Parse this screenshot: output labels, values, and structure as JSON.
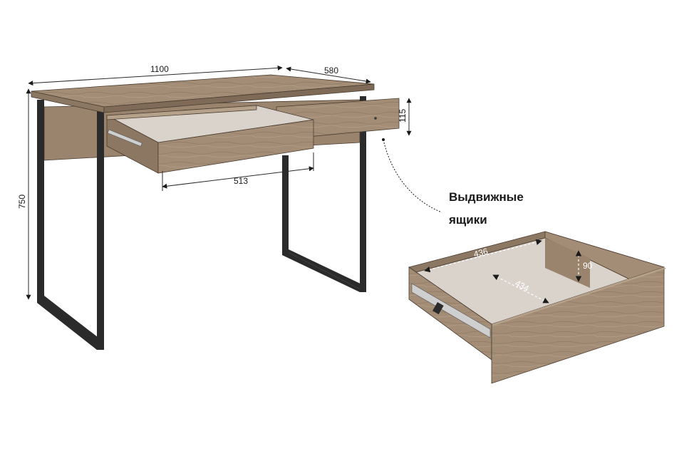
{
  "dimensions": {
    "width": "1100",
    "depth": "580",
    "height": "750",
    "drawer_front_height": "115",
    "drawer_extension": "513",
    "drawer_inner_width": "436",
    "drawer_inner_depth": "434",
    "drawer_inner_height": "90"
  },
  "callout": {
    "line1": "Выдвижные",
    "line2": "ящики"
  },
  "colors": {
    "wood": "#a48d76",
    "wood_dark": "#8c7762",
    "wood_light": "#bba793",
    "metal": "#2b2b2b",
    "drawer_inside": "#d9d3cc"
  }
}
